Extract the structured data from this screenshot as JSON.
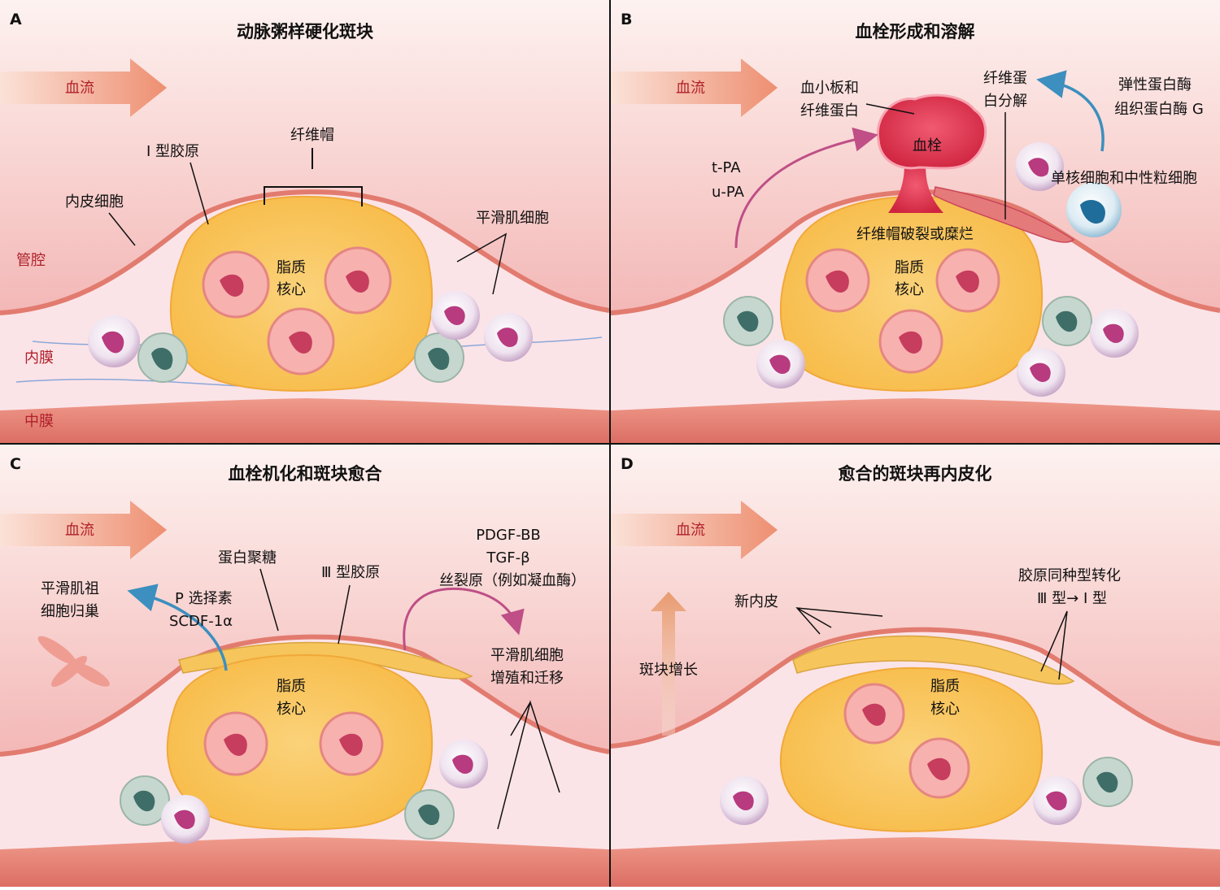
{
  "panels": [
    {
      "letter": "A",
      "title": "动脉粥样硬化斑块",
      "flow": "血流",
      "labels": {
        "fibrous_cap": "纤维帽",
        "collagen_i": "Ⅰ 型胶原",
        "endothelial": "内皮细胞",
        "smooth_muscle": "平滑肌细胞",
        "lumen": "管腔",
        "intima": "内膜",
        "media": "中膜",
        "core_1": "脂质",
        "core_2": "核心"
      }
    },
    {
      "letter": "B",
      "title": "血栓形成和溶解",
      "flow": "血流",
      "labels": {
        "platelet_1": "血小板和",
        "platelet_2": "纤维蛋白",
        "thrombus": "血栓",
        "fibrinolysis_1": "纤维蛋",
        "fibrinolysis_2": "白分解",
        "elastase": "弹性蛋白酶",
        "cathepsin": "组织蛋白酶 G",
        "monocyte": "单核细胞和中性粒细胞",
        "tpa": "t-PA",
        "upa": "u-PA",
        "rupture": "纤维帽破裂或糜烂",
        "core_1": "脂质",
        "core_2": "核心"
      }
    },
    {
      "letter": "C",
      "title": "血栓机化和斑块愈合",
      "flow": "血流",
      "labels": {
        "smc_homing_1": "平滑肌祖",
        "smc_homing_2": "细胞归巢",
        "pselectin": "P 选择素",
        "sdf": "SCDF-1α",
        "proteoglycan": "蛋白聚糖",
        "collagen_iii": "Ⅲ 型胶原",
        "pdgf": "PDGF-BB",
        "tgf": "TGF-β",
        "mitogen": "丝裂原（例如凝血酶）",
        "prolif_1": "平滑肌细胞",
        "prolif_2": "增殖和迁移",
        "core_1": "脂质",
        "core_2": "核心"
      }
    },
    {
      "letter": "D",
      "title": "愈合的斑块再内皮化",
      "flow": "血流",
      "labels": {
        "neo": "新内皮",
        "collagen_switch_1": "胶原同种型转化",
        "collagen_switch_2": "Ⅲ 型→ Ⅰ 型",
        "growth": "斑块增长",
        "core_1": "脂质",
        "core_2": "核心"
      }
    }
  ],
  "colors": {
    "lumen": "#f7c9c6",
    "intima": "#fbe3e6",
    "media": "#e7867b",
    "core": "#fac95c",
    "thrombus": "#e13b54",
    "label_red": "#b0202a"
  }
}
